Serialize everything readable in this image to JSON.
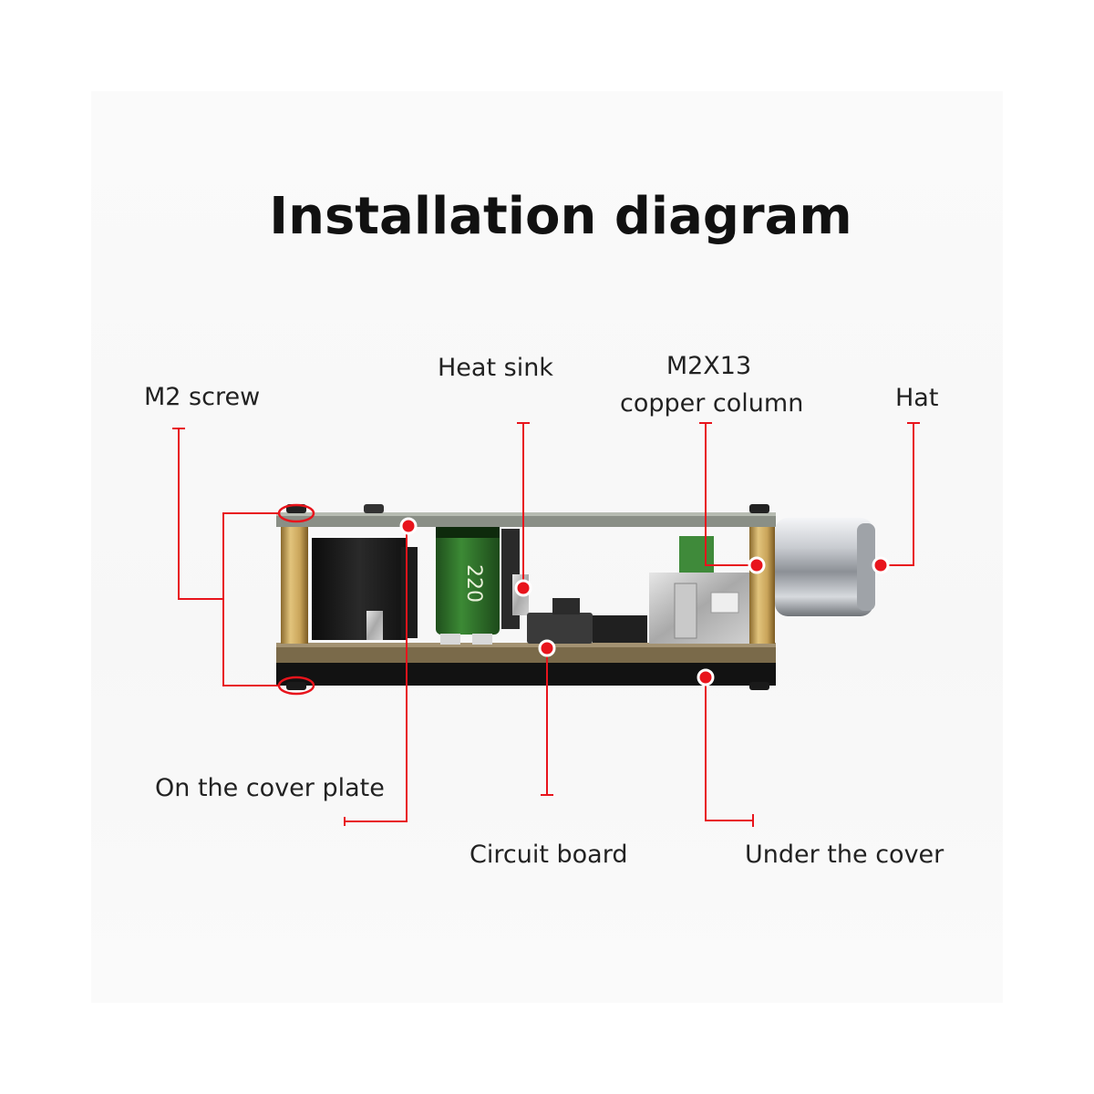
{
  "title": "Installation diagram",
  "labels": {
    "m2_screw": "M2 screw",
    "heat_sink": "Heat sink",
    "copper_column_line1": "M2X13",
    "copper_column_line2": "copper column",
    "hat": "Hat",
    "on_cover_plate": "On the cover plate",
    "circuit_board": "Circuit board",
    "under_cover": "Under the cover"
  },
  "capacitor_marking": "220",
  "colors": {
    "callout_red": "#e8141c",
    "board_dark": "#1a1a1a",
    "brass": "#c9a45a",
    "capacitor_green": "#2e6b2a",
    "knob_silver": "#b8bcc2"
  }
}
